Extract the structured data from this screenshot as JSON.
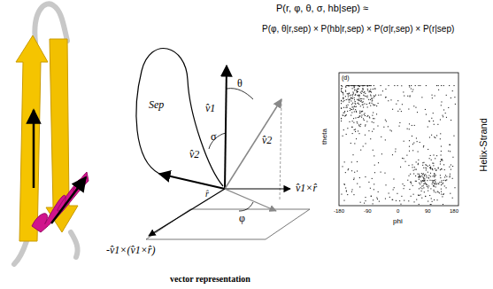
{
  "diagram": {
    "caption": "vector representation",
    "labels": [
      "P(r, φ, θ, σ, hb|sep) ≈",
      "P(φ, θ|r,sep) × P(hb|r,sep) × P(σ|r,sep) × P(r|sep)",
      "Sep",
      "v̂1",
      "v̂2",
      "θ",
      "σ",
      "v̂2",
      "φ",
      "v̂1×r̂",
      "r̂",
      "-v̂1×(v̂1×r̂)",
      "(d)",
      "theta",
      "phi",
      "-180",
      "-90",
      "0",
      "90",
      "180",
      "Helix-Strand"
    ]
  }
}
